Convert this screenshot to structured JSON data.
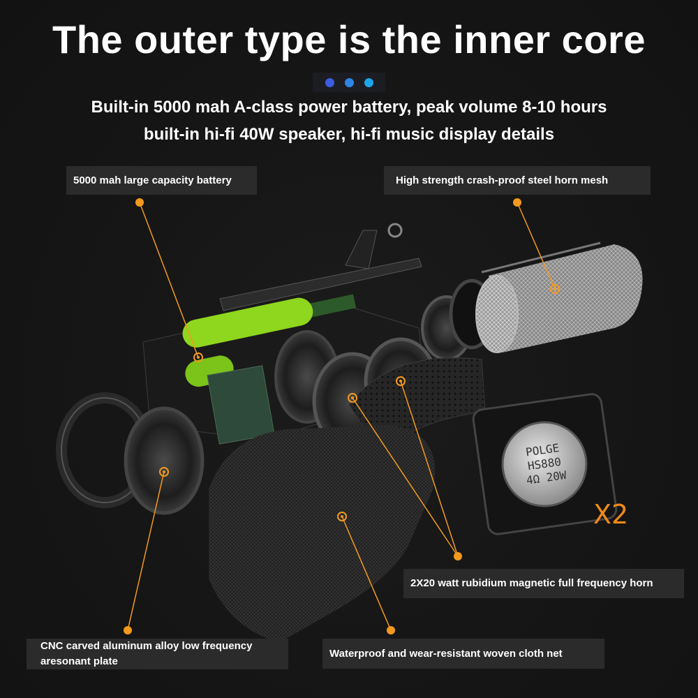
{
  "header": {
    "title": "The outer type is the inner core",
    "subtitle_line1": "Built-in 5000 mah A-class power battery, peak volume 8-10 hours",
    "subtitle_line2": "built-in hi-fi 40W speaker, hi-fi music display details"
  },
  "indicator_dots": [
    "#3b5ee0",
    "#2f86e6",
    "#1ea6ea"
  ],
  "callouts": {
    "battery": "5000 mah large capacity battery",
    "mesh": "High strength crash-proof steel horn mesh",
    "horn": "2X20 watt rubidium magnetic full frequency horn",
    "plate": "CNC carved aluminum alloy low frequency aresonant plate",
    "cloth": "Waterproof and wear-resistant woven cloth net"
  },
  "speaker_label": {
    "brand": "POLGE",
    "model": "HS880",
    "spec": "4Ω 20W"
  },
  "quantity": "X2",
  "colors": {
    "accent": "#f39a1e",
    "battery_green": "#8fd61e",
    "qty": "#f0891a"
  }
}
